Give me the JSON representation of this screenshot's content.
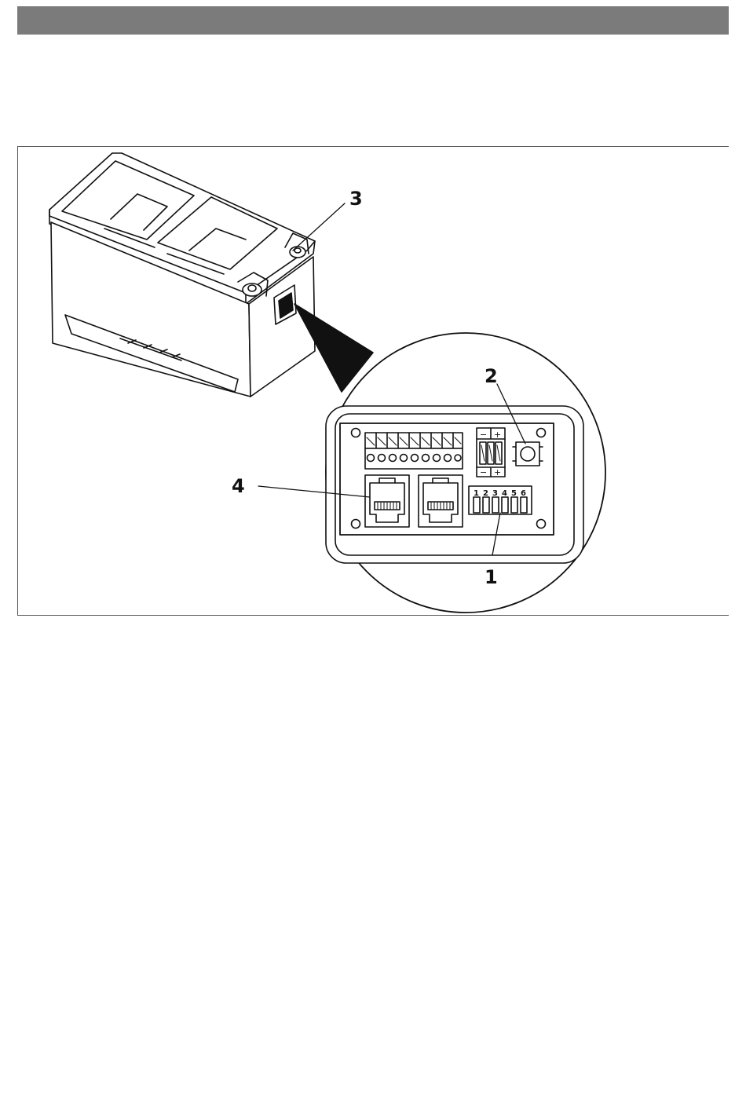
{
  "figure": {
    "callouts": {
      "c1": "1",
      "c2": "2",
      "c3": "3",
      "c4": "4"
    },
    "dip_switch": {
      "n1": "1",
      "n2": "2",
      "n3": "3",
      "n4": "4",
      "n5": "5",
      "n6": "6"
    },
    "fuse_signs": {
      "top_minus": "−",
      "top_plus": "+",
      "bottom_minus": "−",
      "bottom_plus": "+"
    }
  }
}
